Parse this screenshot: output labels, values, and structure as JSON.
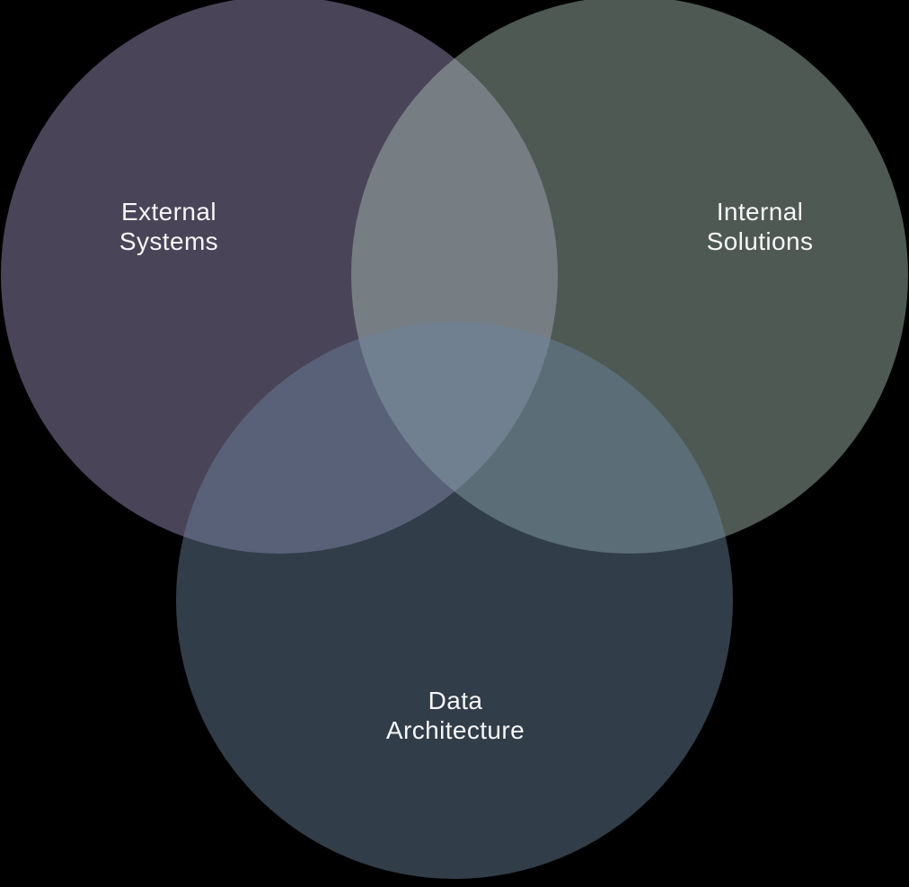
{
  "venn": {
    "background_color": "#000000",
    "label_text_color": "#f7f6f8",
    "sets": [
      {
        "name": "External Systems",
        "label_lines": [
          "External",
          "Systems"
        ],
        "fill": "rgba(161, 148, 193, 0.46)",
        "solo_color": "#4a4459"
      },
      {
        "name": "Internal Solutions",
        "label_lines": [
          "Internal",
          "Solutions"
        ],
        "fill": "rgba(170, 193, 180, 0.46)",
        "solo_color": "#4e5953"
      },
      {
        "name": "Data Architecture",
        "label_lines": [
          "Data",
          "Architecture"
        ],
        "fill": "rgba(107, 133, 159, 0.46)",
        "solo_color": "#313d49"
      }
    ],
    "overlap_colors": {
      "external_internal": "#767e86",
      "external_data": "#585f72",
      "internal_data": "#5a6b74",
      "center_all_three": "#6f7b89"
    }
  }
}
